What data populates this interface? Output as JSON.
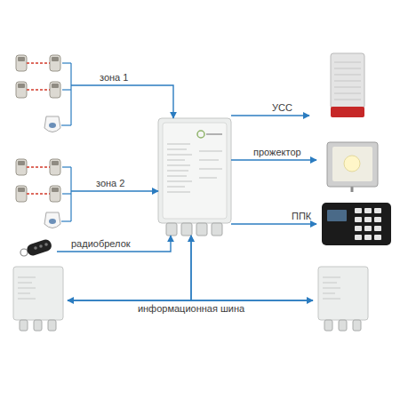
{
  "diagram": {
    "nodes": [
      {
        "text": []
      },
      {
        "text": []
      },
      {
        "text": []
      },
      {
        "text": []
      },
      {
        "text": []
      },
      {
        "text": []
      },
      {
        "text": []
      },
      {
        "text": []
      },
      {
        "text": []
      }
    ],
    "edges": [
      {
        "from": 0,
        "to": 3,
        "label": "зона 1",
        "arrow": "to"
      },
      {
        "from": 1,
        "to": 3,
        "label": "зона 2",
        "arrow": "to"
      },
      {
        "from": 2,
        "to": 3,
        "label": "радиобрелок",
        "arrow": "to"
      },
      {
        "from": 3,
        "to": 4,
        "label": "УСС",
        "arrow": "to"
      },
      {
        "from": 3,
        "to": 5,
        "label": "прожектор",
        "arrow": "to"
      },
      {
        "from": 3,
        "to": 6,
        "label": "ППК",
        "arrow": "to"
      },
      {
        "from": 7,
        "to": 8,
        "label": "информационная шина",
        "arrow": "both"
      },
      {
        "from": 7,
        "to": 3,
        "arrow": "to"
      },
      {
        "from": 8,
        "to": 3,
        "arrow": "to"
      }
    ]
  }
}
